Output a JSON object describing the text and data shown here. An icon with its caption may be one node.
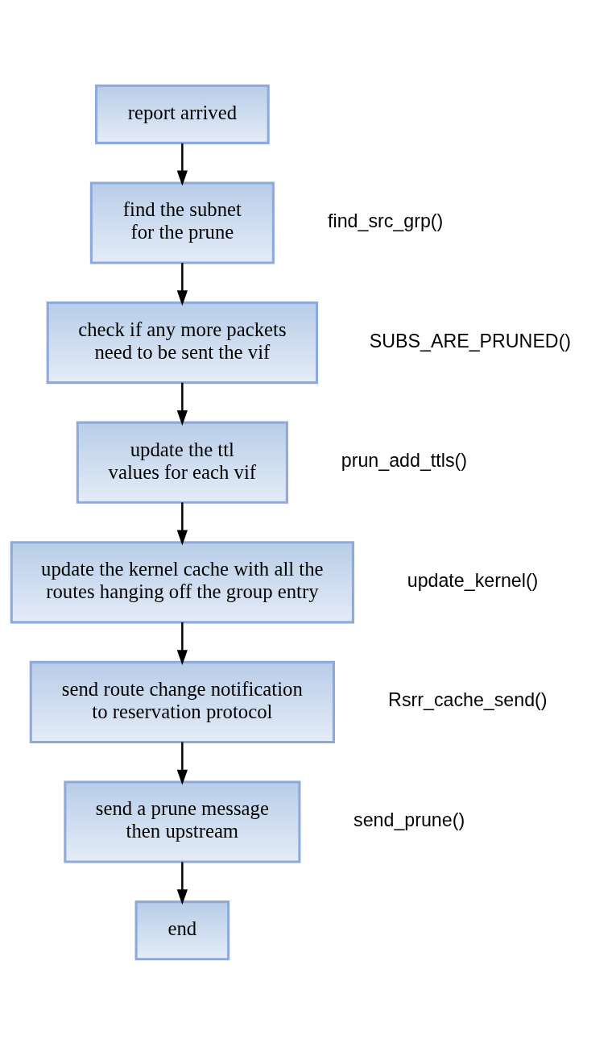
{
  "diagram": {
    "nodes": [
      {
        "text": [
          "report arrived"
        ]
      },
      {
        "text": [
          "find the subnet for the prune"
        ],
        "beside": [
          "find_src_grp()"
        ]
      },
      {
        "text": [
          "check if any more packets need to be sent the vif"
        ],
        "beside": [
          "SUBS_ARE_PRUNED()"
        ]
      },
      {
        "text": [
          "update the ttl values for each vif"
        ],
        "beside": [
          "prun_add_ttls()"
        ]
      },
      {
        "text": [
          "update the kernel cache with all the routes hanging off the group entry"
        ],
        "beside": [
          "update_kernel()"
        ]
      },
      {
        "text": [
          "send route change notification to reservation protocol"
        ],
        "beside": [
          "Rsrr_cache_send()"
        ]
      },
      {
        "text": [
          "send a prune message then upstream"
        ],
        "beside": [
          "send_prune()"
        ]
      },
      {
        "text": [
          "end"
        ]
      }
    ],
    "edges": [
      {
        "from": 0,
        "to": 1,
        "arrow": "to"
      },
      {
        "from": 1,
        "to": 2,
        "arrow": "to"
      },
      {
        "from": 2,
        "to": 3,
        "arrow": "to"
      },
      {
        "from": 3,
        "to": 4,
        "arrow": "to"
      },
      {
        "from": 4,
        "to": 5,
        "arrow": "to"
      },
      {
        "from": 5,
        "to": 6,
        "arrow": "to"
      },
      {
        "from": 6,
        "to": 7,
        "arrow": "to"
      }
    ]
  }
}
